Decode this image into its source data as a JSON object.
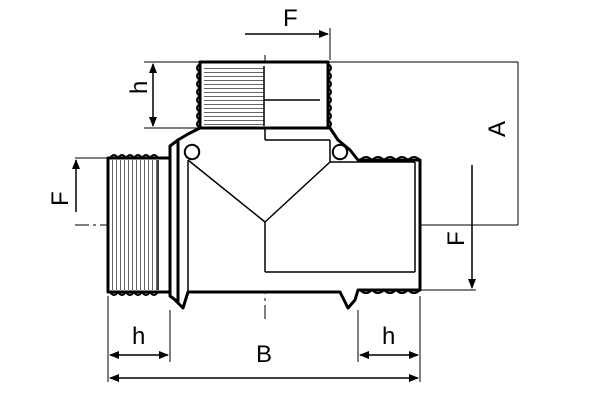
{
  "labels": {
    "f_top": "F",
    "h_top": "h",
    "a_right": "A",
    "f_left": "F",
    "f_right": "F",
    "h_bottom_left": "h",
    "b_bottom": "B",
    "h_bottom_right": "h"
  }
}
